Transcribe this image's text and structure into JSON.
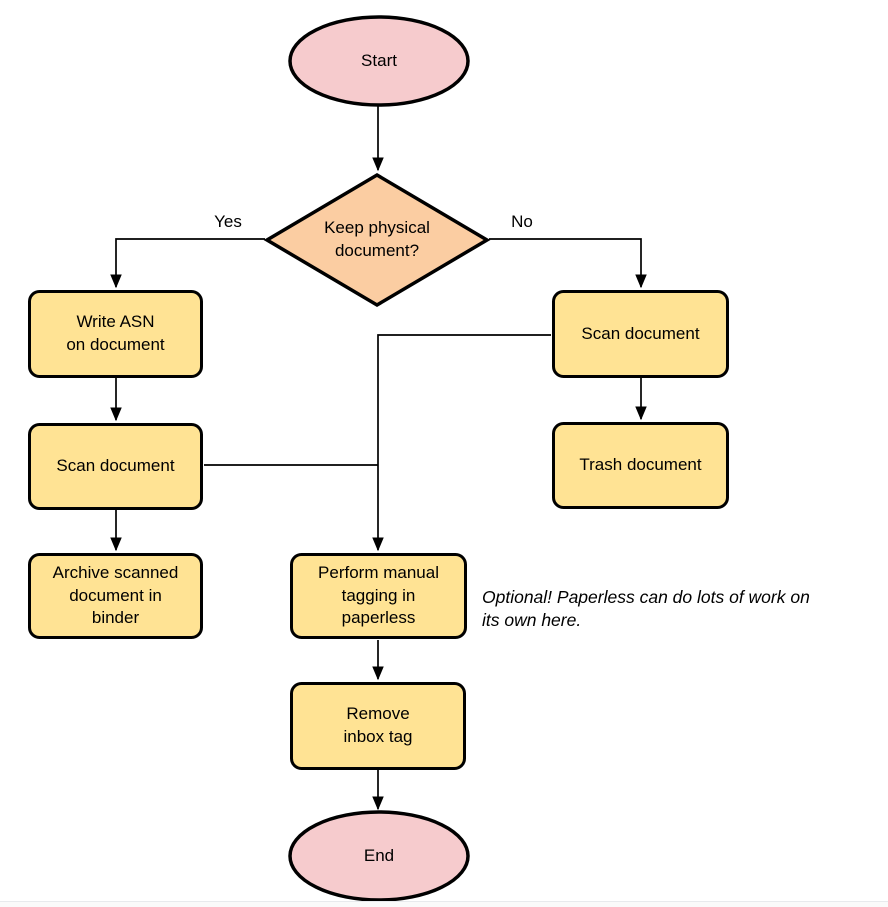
{
  "colors": {
    "terminator_fill": "#f6cbcd",
    "decision_fill": "#fbcda2",
    "process_fill": "#ffe394",
    "stroke": "#000000"
  },
  "nodes": {
    "start": {
      "label": "Start"
    },
    "decision": {
      "label": "Keep physical\ndocument?"
    },
    "write_asn": {
      "label": "Write ASN\non document"
    },
    "scan_left": {
      "label": "Scan document"
    },
    "archive": {
      "label": "Archive scanned\ndocument in\nbinder"
    },
    "scan_right": {
      "label": "Scan document"
    },
    "trash": {
      "label": "Trash document"
    },
    "tagging": {
      "label": "Perform manual\ntagging in\npaperless"
    },
    "remove_inbox": {
      "label": "Remove\ninbox tag"
    },
    "end": {
      "label": "End"
    }
  },
  "edge_labels": {
    "yes": "Yes",
    "no": "No"
  },
  "note": "Optional! Paperless can do lots of work on\nits own here."
}
